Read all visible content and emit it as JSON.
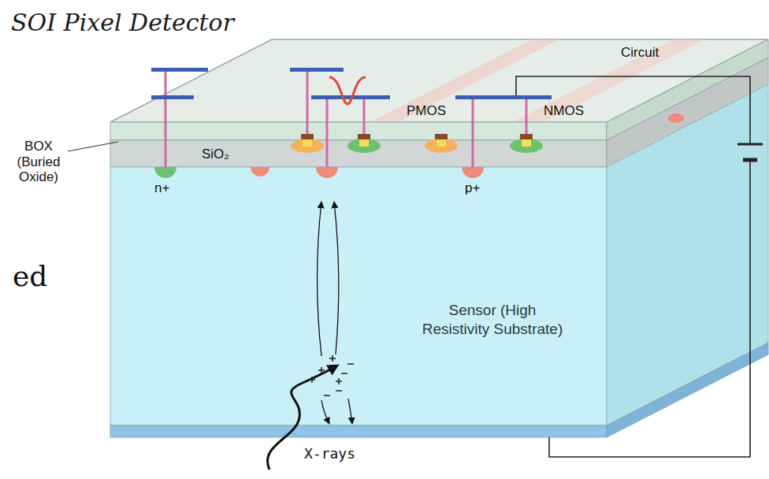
{
  "diagram": {
    "title": "SOI Pixel Detector",
    "nodes": [
      {
        "text": [
          "Sensor (High Resistivity Substrate)"
        ]
      }
    ],
    "labels": [
      "BOX (Buried Oxide)",
      "ed",
      "SiO₂",
      "n+",
      "p+",
      "PMOS",
      "NMOS",
      "Circuit",
      "X-rays"
    ]
  }
}
